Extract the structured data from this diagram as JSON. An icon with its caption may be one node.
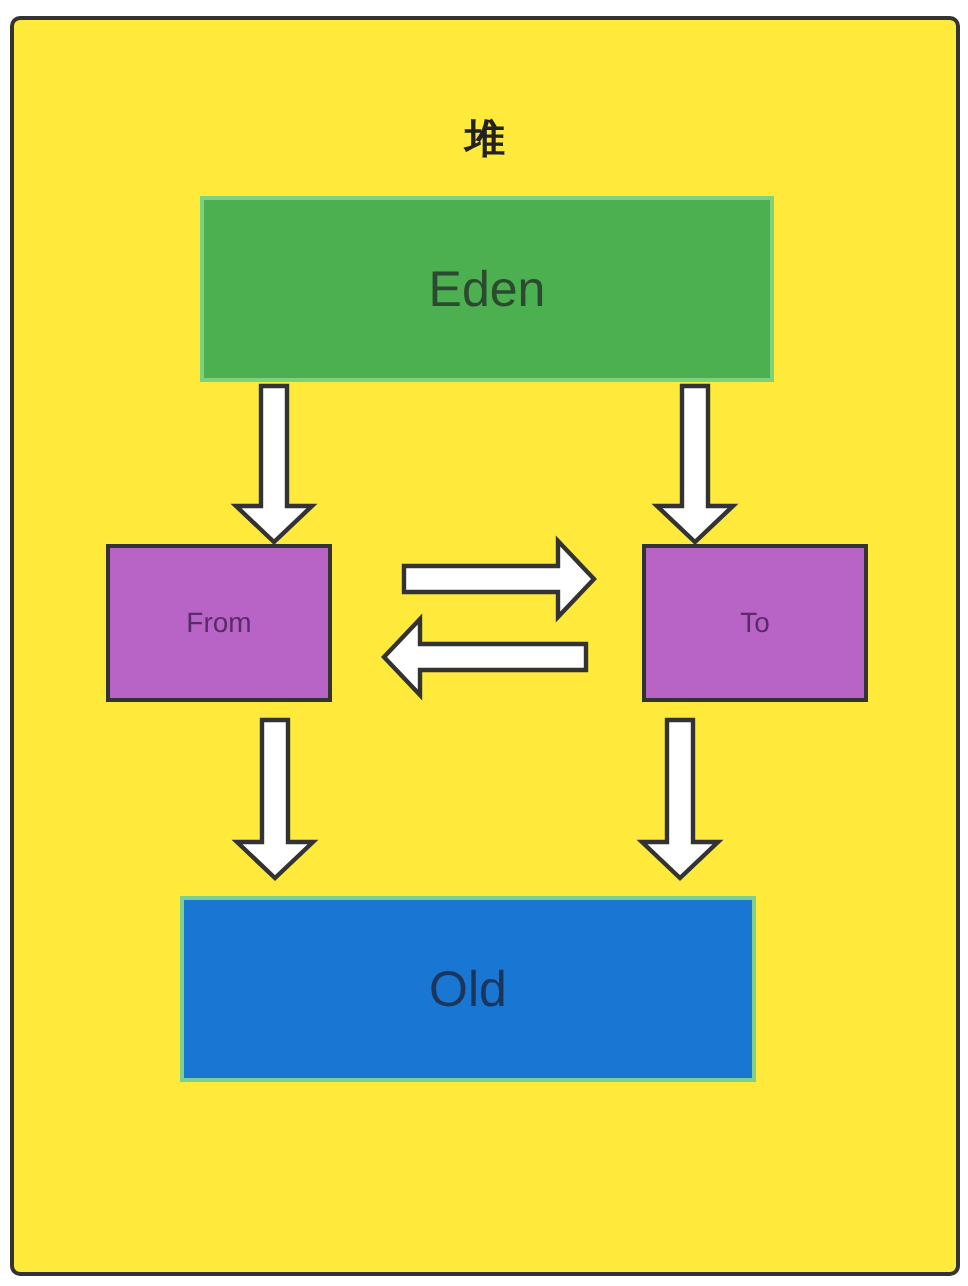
{
  "diagram": {
    "nodes": [
      {
        "text": [
          "堆"
        ]
      },
      {
        "text": [
          "Eden"
        ],
        "in": 0
      },
      {
        "text": [
          "From"
        ],
        "in": 0
      },
      {
        "text": [
          "To"
        ],
        "in": 0
      },
      {
        "text": [
          "Old"
        ],
        "in": 0
      }
    ],
    "edges": [
      {
        "from": 1,
        "to": 2,
        "arrow": "to"
      },
      {
        "from": 1,
        "to": 3,
        "arrow": "to"
      },
      {
        "from": 2,
        "to": 3,
        "arrow": "to"
      },
      {
        "from": 3,
        "to": 2,
        "arrow": "to"
      },
      {
        "from": 2,
        "to": 4,
        "arrow": "to"
      },
      {
        "from": 3,
        "to": 4,
        "arrow": "to"
      }
    ]
  }
}
